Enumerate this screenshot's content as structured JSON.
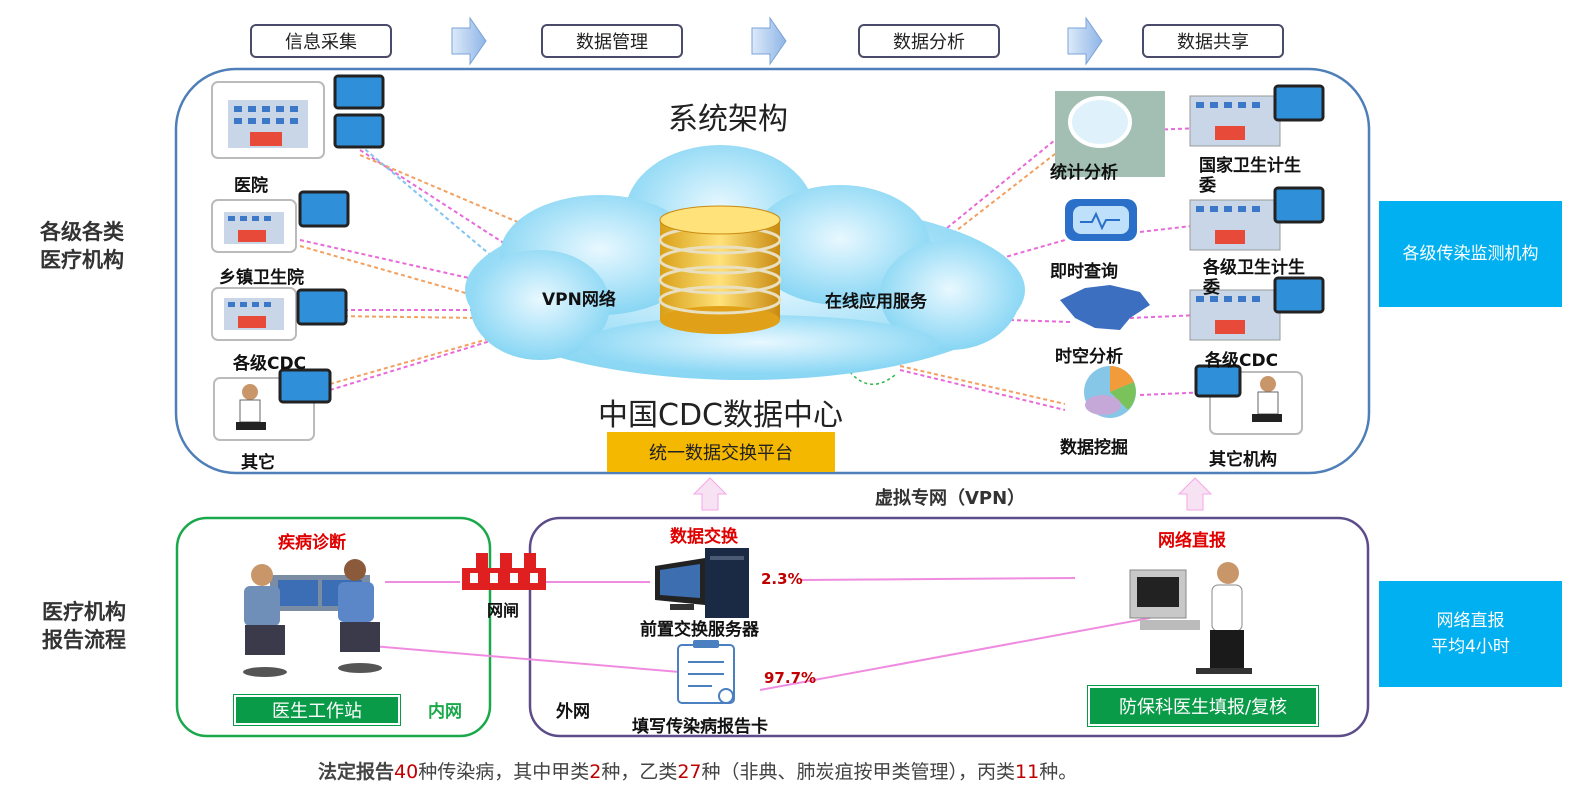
{
  "steps": [
    "信息采集",
    "数据管理",
    "数据分析",
    "数据共享"
  ],
  "left_labels": {
    "top": "各级各类\n医疗机构",
    "bottom": "医疗机构\n报告流程"
  },
  "right_boxes": {
    "top": "各级传染监测机构",
    "bottom_line1": "网络直报",
    "bottom_line2": "平均4小时"
  },
  "system": {
    "title": "系统架构",
    "vpn_label": "VPN网络",
    "service_label": "在线应用服务",
    "center_title": "中国CDC数据中心",
    "platform": "统一数据交换平台"
  },
  "sources": [
    "医院",
    "乡镇卫生院",
    "各级CDC",
    "其它"
  ],
  "functions": [
    "统计分析",
    "即时查询",
    "时空分析",
    "数据挖掘"
  ],
  "consumers": [
    "国家卫生计生委",
    "各级卫生计生委",
    "各级CDC",
    "其它机构"
  ],
  "vpn_text": "虚拟专网（VPN）",
  "bottom": {
    "disease_diagnosis": "疾病诊断",
    "gateway": "网闸",
    "workstation": "医生工作站",
    "intranet": "内网",
    "extranet": "外网",
    "data_exchange": "数据交换",
    "server": "前置交换服务器",
    "pct_server": "2.3%",
    "card": "填写传染病报告卡",
    "pct_card": "97.7%",
    "direct_report": "网络直报",
    "doctor_fill": "防保科医生填报/复核"
  },
  "footer": {
    "bold": "法定报告",
    "n_total": "40",
    "t1": "种传染病，其中甲类",
    "n_a": "2",
    "t2": "种，乙类",
    "n_b": "27",
    "t3": "种（非典、肺炭疽按甲类管理），丙类",
    "n_c": "11",
    "t4": "种。"
  },
  "colors": {
    "accent_blue": "#00b0f0",
    "green": "#0a9b48",
    "platform": "#f5b800",
    "frame": "#4f7fb8"
  }
}
